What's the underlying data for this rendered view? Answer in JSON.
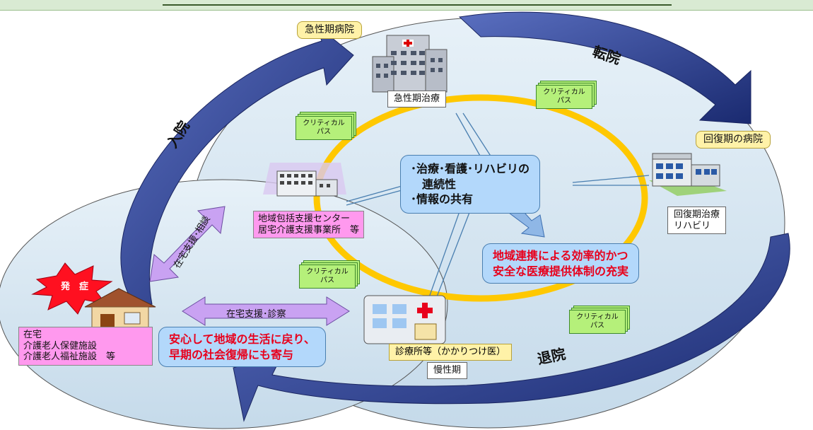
{
  "title": "",
  "nodes": {
    "acute_hospital": "急性期病院",
    "acute_treatment": "急性期治療",
    "recovery_hospital": "回復期の病院",
    "recovery_treatment": "回復期治療\nリハビリ",
    "community_center": "地域包括支援センター\n居宅介護支援事業所　等",
    "clinic": "診療所等（かかりつけ医）",
    "chronic": "慢性期",
    "home": "在宅\n介護老人保健施設\n介護老人福祉施設　等",
    "onset": "発　症"
  },
  "flows": {
    "admission": "入院",
    "transfer": "転院",
    "discharge": "退院",
    "home_support_consult": "在宅支援･相談",
    "home_support_visit": "在宅支援･診察"
  },
  "critical_path": "クリティカル\nパス",
  "messages": {
    "continuity": "･治療･看護･リハビリの\n　連続性\n･情報の共有",
    "efficient": "地域連携による効率的かつ\n安全な医療提供体制の充実",
    "reassurance": "安心して地域の生活に戻り、\n早期の社会復帰にも寄与"
  },
  "colors": {
    "ring": "#ffc800",
    "ellipse_fill": "#d6e6f2",
    "big_arrow": "#2a3a86",
    "purple_arrow": "#c9a2f2",
    "critical_path_fill": "#b5f07a",
    "callout": "#fff2a8",
    "pink_box": "#ff99ee",
    "message_box": "#b3d8fb",
    "red_text": "#e8001c",
    "onset_burst": "#ff1020"
  },
  "icons": [
    "hospital-building-icon",
    "rehab-hospital-icon",
    "care-center-icon",
    "house-icon",
    "clinic-icon"
  ]
}
